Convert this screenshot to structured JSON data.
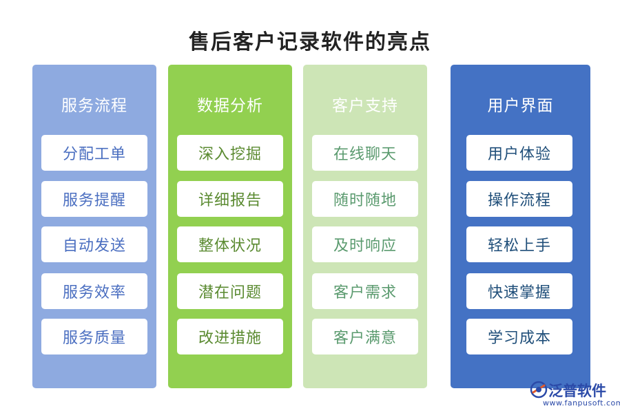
{
  "title": "售后客户记录软件的亮点",
  "columns": [
    {
      "heading": "服务流程",
      "bg": "#8eaae0",
      "text_color": "#4a6ec0",
      "items": [
        "分配工单",
        "服务提醒",
        "自动发送",
        "服务效率",
        "服务质量"
      ]
    },
    {
      "heading": "数据分析",
      "bg": "#92d050",
      "text_color": "#5a8a30",
      "items": [
        "深入挖掘",
        "详细报告",
        "整体状况",
        "潜在问题",
        "改进措施"
      ]
    },
    {
      "heading": "客户支持",
      "bg": "#cde5b6",
      "text_color": "#5a9a6e",
      "items": [
        "在线聊天",
        "随时随地",
        "及时响应",
        "客户需求",
        "客户满意"
      ]
    },
    {
      "heading": "用户界面",
      "bg": "#4472c4",
      "text_color": "#1f4e79",
      "items": [
        "用户体验",
        "操作流程",
        "轻松上手",
        "快速掌握",
        "学习成本"
      ]
    }
  ],
  "watermark": {
    "brand": "泛普软件",
    "url": "www.fanpusoft.com"
  }
}
